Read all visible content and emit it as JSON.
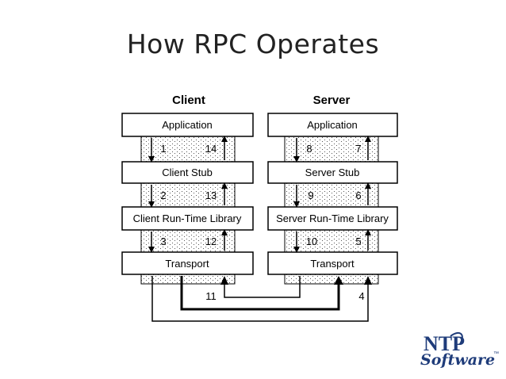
{
  "slide": {
    "title": "How RPC Operates"
  },
  "diagram": {
    "client": {
      "header": "Client",
      "layers": [
        "Application",
        "Client Stub",
        "Client Run-Time Library",
        "Transport"
      ],
      "steps_down": [
        "1",
        "2",
        "3"
      ],
      "steps_up": [
        "14",
        "13",
        "12"
      ]
    },
    "server": {
      "header": "Server",
      "layers": [
        "Application",
        "Server Stub",
        "Server Run-Time Library",
        "Transport"
      ],
      "steps_down": [
        "8",
        "9",
        "10"
      ],
      "steps_up": [
        "7",
        "6",
        "5"
      ]
    },
    "network": {
      "return_step": "11",
      "request_step": "4"
    }
  },
  "logo": {
    "text_top": "NTP",
    "text_script": "Software",
    "trademark": "™"
  },
  "colors": {
    "text": "#000000",
    "title": "#222222",
    "dots": "#555555",
    "logo_blue": "#1f3c7a"
  }
}
